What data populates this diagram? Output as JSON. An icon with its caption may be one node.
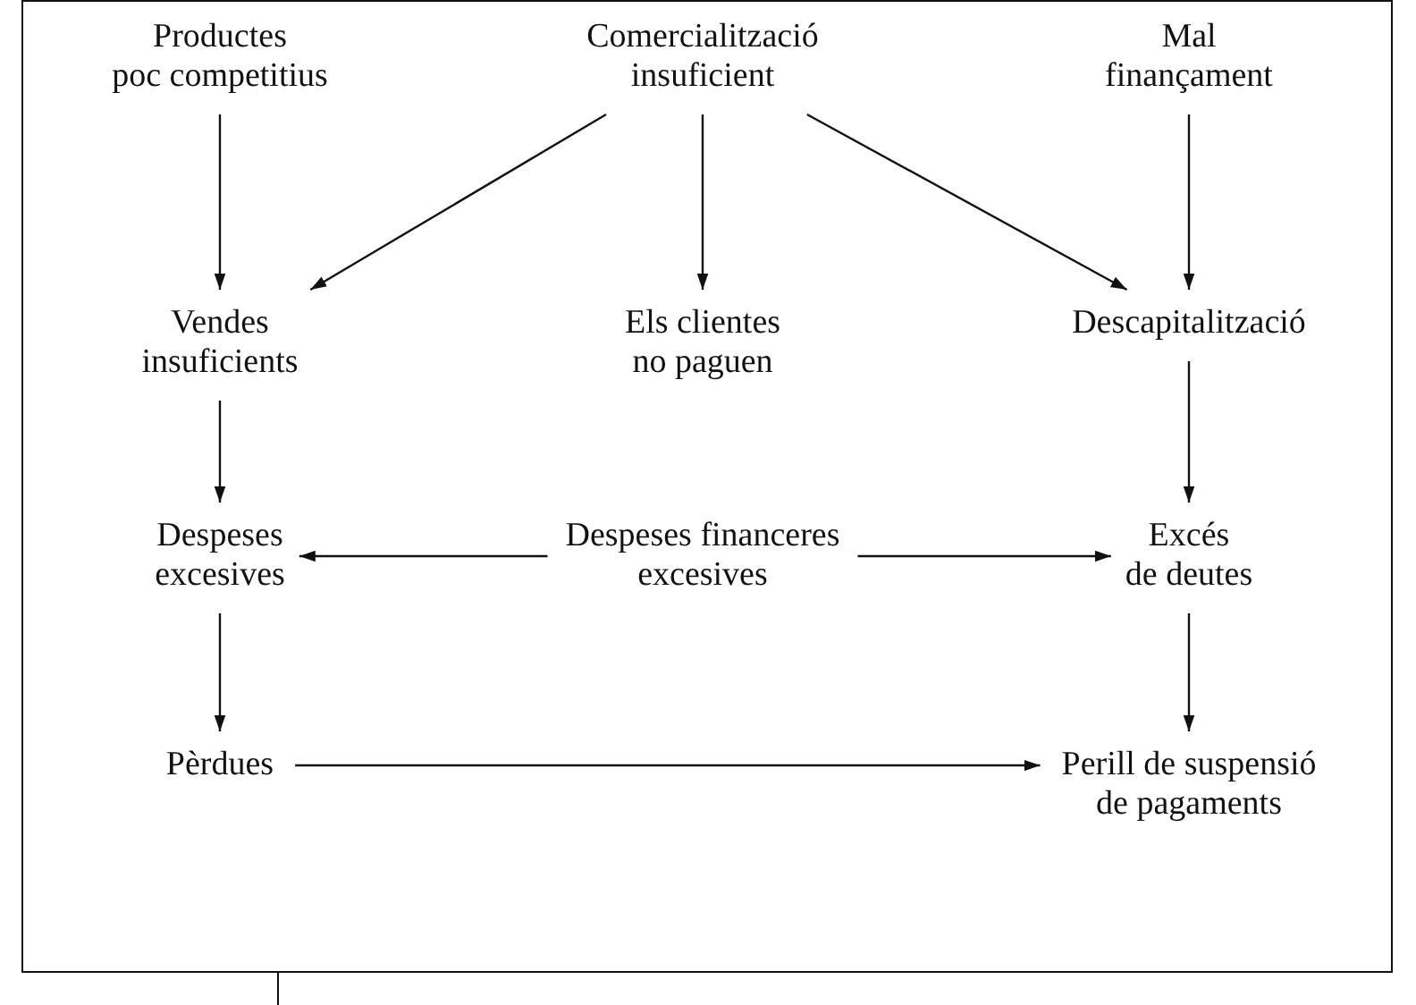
{
  "diagram": {
    "nodes": [
      {
        "text": [
          "Productes poc competitius"
        ]
      },
      {
        "text": [
          "Comercialització insuficient"
        ]
      },
      {
        "text": [
          "Mal finançament"
        ]
      },
      {
        "text": [
          "Vendes insuficients"
        ]
      },
      {
        "text": [
          "Els clientes no paguen"
        ]
      },
      {
        "text": [
          "Descapitalització"
        ]
      },
      {
        "text": [
          "Despeses excesives"
        ]
      },
      {
        "text": [
          "Despeses financeres excesives"
        ]
      },
      {
        "text": [
          "Excés de deutes"
        ]
      },
      {
        "text": [
          "Pèrdues"
        ]
      },
      {
        "text": [
          "Perill de suspensió de pagaments"
        ]
      }
    ],
    "edges": [
      {
        "from": 0,
        "to": 3,
        "arrow": "to"
      },
      {
        "from": 1,
        "to": 3,
        "arrow": "to"
      },
      {
        "from": 1,
        "to": 4,
        "arrow": "to"
      },
      {
        "from": 1,
        "to": 5,
        "arrow": "to"
      },
      {
        "from": 2,
        "to": 5,
        "arrow": "to"
      },
      {
        "from": 3,
        "to": 6,
        "arrow": "to"
      },
      {
        "from": 7,
        "to": 6,
        "arrow": "to"
      },
      {
        "from": 7,
        "to": 8,
        "arrow": "to"
      },
      {
        "from": 5,
        "to": 8,
        "arrow": "to"
      },
      {
        "from": 6,
        "to": 9,
        "arrow": "to"
      },
      {
        "from": 9,
        "to": 10,
        "arrow": "to"
      },
      {
        "from": 8,
        "to": 10,
        "arrow": "to"
      }
    ]
  }
}
